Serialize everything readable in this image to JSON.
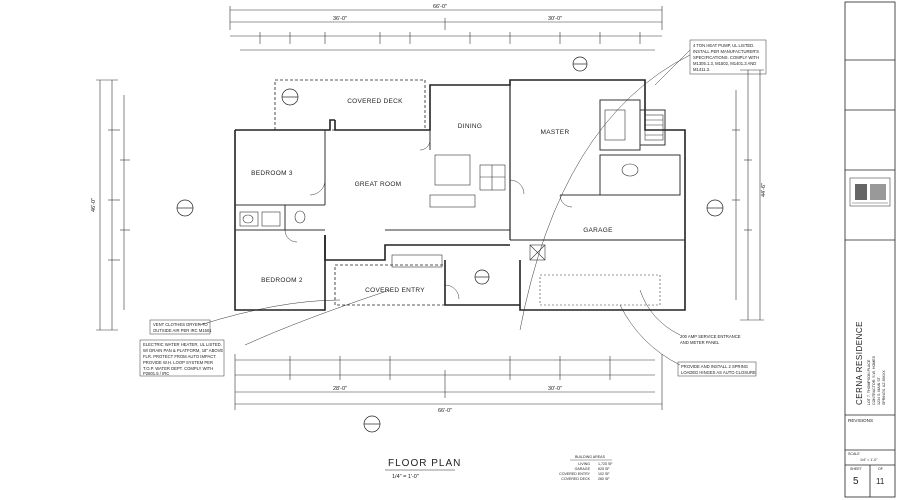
{
  "title": "FLOOR PLAN",
  "scale": "1/4\" = 1'-0\"",
  "rooms": {
    "covered_deck": "COVERED DECK",
    "dining": "DINING",
    "master": "MASTER",
    "great_room": "GREAT ROOM",
    "bedroom_3": "BEDROOM 3",
    "bedroom_2": "BEDROOM 2",
    "garage": "GARAGE",
    "covered_entry": "COVERED ENTRY"
  },
  "dimensions": {
    "overall_top": "66'-0\"",
    "top_left": "36'-0\"",
    "top_right": "30'-0\"",
    "overall_bottom": "66'-0\"",
    "bottom_left": "28'-0\"",
    "bottom_right": "30'-0\"",
    "left_overall": "46'-0\"",
    "right_overall": "44'-6\""
  },
  "notes": {
    "heat_pump": [
      "4 TON HEAT PUMP, UL LISTED.",
      "INSTALL PER MANUFACTURER'S",
      "SPECIFICATIONS. COMPLY WITH",
      "M1305.1.3, M1502, M1401.3 AND",
      "M1411.3."
    ],
    "dryer": [
      "VENT CLOTHES DRYER TO",
      "OUTSIDE AIR PER IRC M1501"
    ],
    "water_heater": [
      "ELECTRIC WATER HEATER, UL LISTED.",
      "W/ DRAIN PAN & PLATFORM, 18\" ABOVE",
      "FLR. PROTECT FROM AUTO IMPACT.",
      "PROVIDE W.H. LOOP SYSTEM PER",
      "T.O.P. WATER DEPT. COMPLY WITH",
      "P2801.5 / IRC"
    ],
    "service": [
      "200 AMP SERVICE ENTRANCE",
      "AND METER PANEL"
    ],
    "garage_door": [
      "PROVIDE AND INSTALL 2 SPRING",
      "LOADED HINGES AS AUTO CLOSURE"
    ]
  },
  "building_areas": {
    "heading": "BUILDING AREAS",
    "rows": [
      {
        "label": "LIVING",
        "value": "1,725 SF"
      },
      {
        "label": "GARAGE",
        "value": "625 SF"
      },
      {
        "label": "COVERED ENTRY",
        "value": "102 SF"
      },
      {
        "label": "COVERED DECK",
        "value": "260 SF"
      }
    ]
  },
  "title_block": {
    "project": "CERNA RESIDENCE",
    "address_lines": [
      "LOT 7, THOMPSON PLACE",
      "CONTRACTOR: S.W. HOMES",
      "1234 S. MAIN ST.",
      "SPRINGS, AZ 85XXX"
    ],
    "revisions_label": "REVISIONS",
    "scale_label": "SCALE",
    "scale_value": "1/4\" = 1'-0\"",
    "sheet_label": "SHEET",
    "sheet_number": "5",
    "of_label": "OF",
    "sheet_total": "11"
  },
  "colors": {
    "ink": "#222222",
    "paper": "#ffffff",
    "hatch": "#555555"
  }
}
